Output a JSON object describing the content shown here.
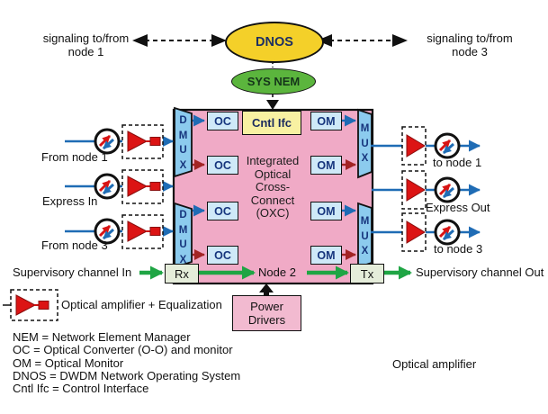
{
  "top": {
    "signaling_left": "signaling to/from\nnode 1",
    "signaling_right": "signaling to/from\nnode 3",
    "dnos_label": "DNOS",
    "sys_nem_label": "SYS NEM"
  },
  "oxc": {
    "title": "Integrated\nOptical\nCross-\nConnect\n(OXC)",
    "node_label": "Node 2",
    "cntl_ifc_label": "Cntl Ifc",
    "dmux_label": "DMUX",
    "mux_label": "MUX",
    "oc_label": "OC",
    "om_label": "OM",
    "rx_label": "Rx",
    "tx_label": "Tx"
  },
  "left_inputs": [
    {
      "label": "From node 1"
    },
    {
      "label": "Express In"
    },
    {
      "label": "From node 3"
    }
  ],
  "right_outputs": [
    {
      "label": "to node 1"
    },
    {
      "label": "Express Out"
    },
    {
      "label": "to node 3"
    }
  ],
  "supervisory": {
    "in_label": "Supervisory channel In",
    "out_label": "Supervisory channel Out"
  },
  "power_drivers_label": "Power\nDrivers",
  "legend": {
    "amp_eq_label": "Optical amplifier + Equalization",
    "optical_amplifier_label": "Optical amplifier",
    "definitions": [
      "NEM = Network Element Manager",
      "OC = Optical Converter (O-O) and monitor",
      "OM = Optical Monitor",
      "DNOS = DWDM Network Operating System",
      "Cntl Ifc = Control Interface"
    ]
  },
  "icons": {
    "circle": "bidirectional-optical-port-icon",
    "triangle": "optical-amplifier-icon",
    "rectangle": "equalizer-icon"
  },
  "colors": {
    "oxc_pink": "#f0aac6",
    "mux_blue": "#8ccbee",
    "component_blue": "#cfe9f8",
    "signal_blue": "#1f6cb5",
    "monitor_maroon": "#a32424",
    "amplifier_red": "#dc1414",
    "supervisory_green": "#1fa544",
    "dnos_yellow": "#f4d029",
    "sys_nem_green": "#5bb53d",
    "cntl_ifc_yellow": "#f8f1a2",
    "rx_tx_gray": "#e5edda",
    "power_pink": "#f2bad0"
  }
}
